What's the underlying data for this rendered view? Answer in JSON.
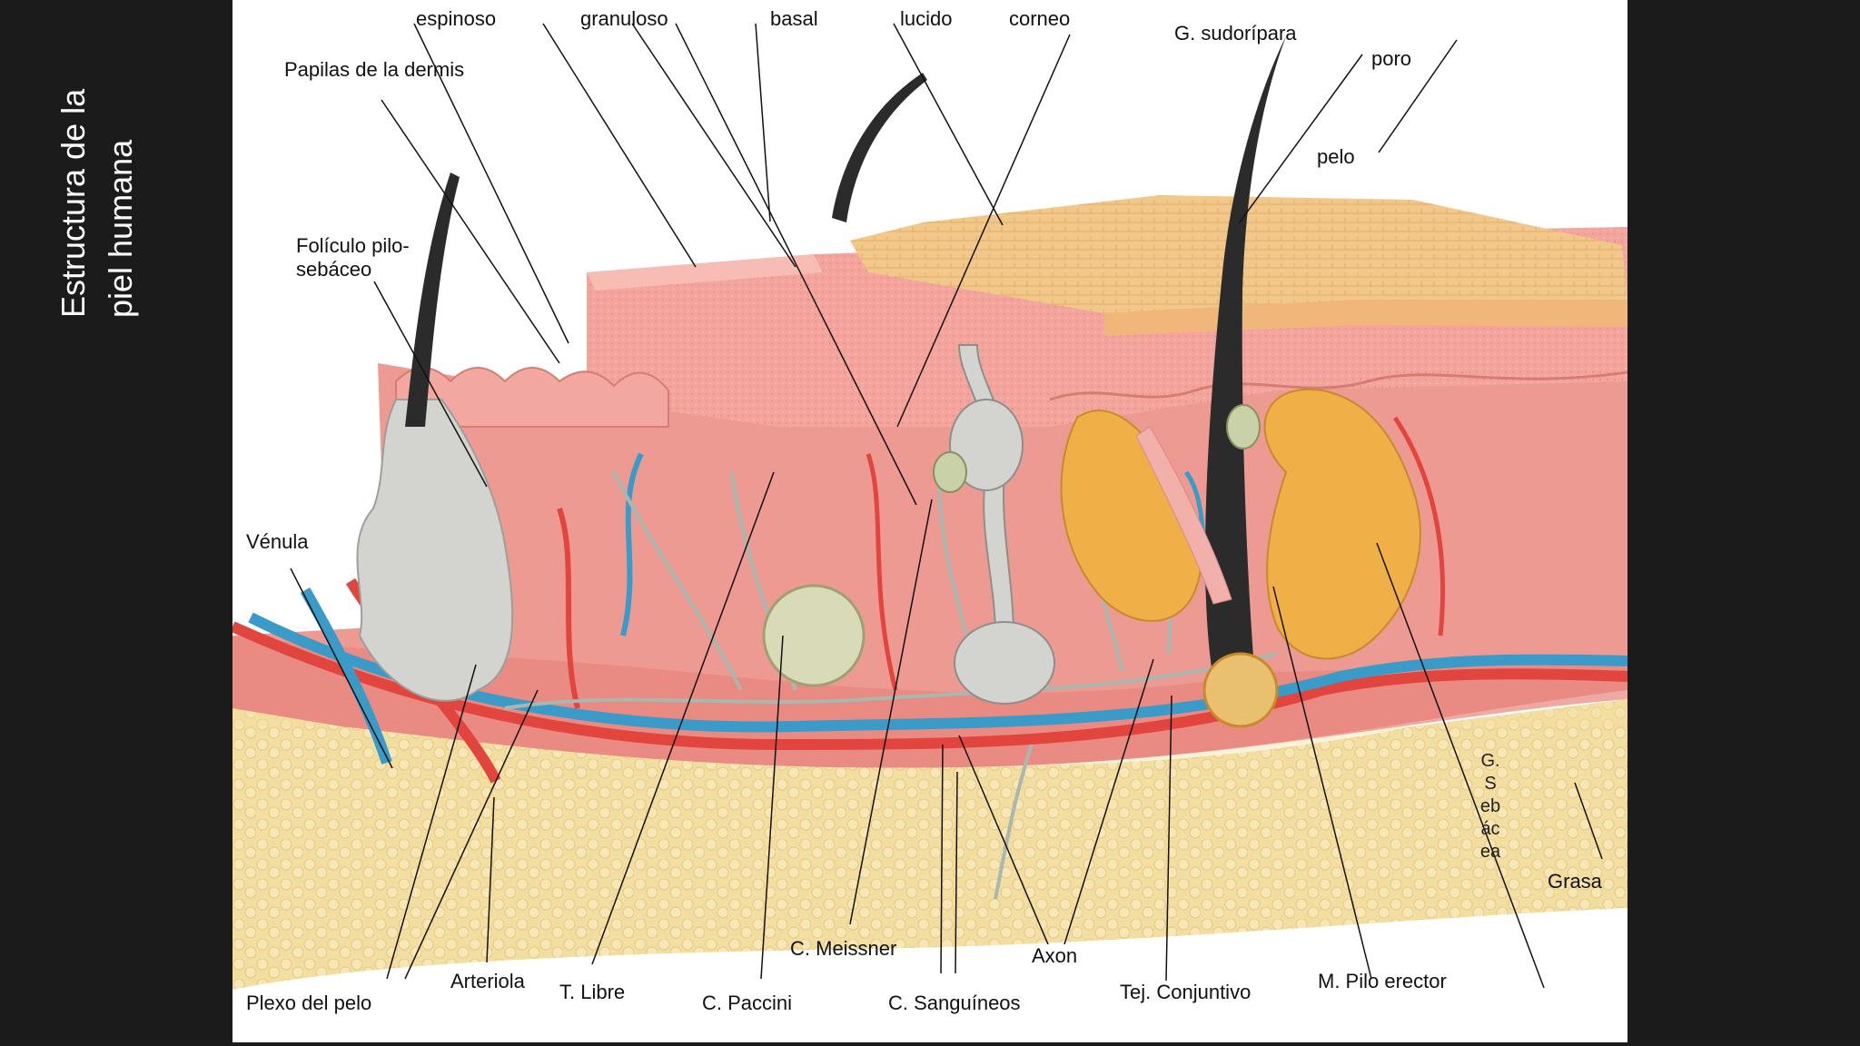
{
  "slide_title": [
    "Estructura de la",
    "piel humana"
  ],
  "labels": {
    "espinoso": "espinoso",
    "granuloso": "granuloso",
    "basal": "basal",
    "lucido": "lucido",
    "corneo": "corneo",
    "g_sudoripara": "G.  sudorípara",
    "poro": "poro",
    "pelo": "pelo",
    "papilas": "Papilas de la dermis",
    "foliculo": [
      "Folículo pilo-",
      "sebáceo"
    ],
    "venula": "Vénula",
    "g_sebacea": "G.Sebácea",
    "grasa": "Grasa",
    "plexo": "Plexo del pelo",
    "arteriola": "Arteriola",
    "t_libre": "T. Libre",
    "c_paccini": "C. Paccini",
    "c_meissner": "C. Meissner",
    "c_sanguineos": "C. Sanguíneos",
    "axon": "Axon",
    "tej_conjuntivo": "Tej. Conjuntivo",
    "m_pilo_erector": "M. Pilo erector"
  },
  "colors": {
    "background": "#1b1b1b",
    "slide": "#ffffff",
    "epidermis": "#f2a29a",
    "dermis": "#ec9a92",
    "corneum": "#f1c889",
    "fat": "#f3dea1",
    "artery": "#e2453e",
    "vein": "#3a9bc8",
    "nerve": "#a8b8b0",
    "gland": "#d3d3d0",
    "sebaceous": "#f0b048",
    "hair": "#2b2b2b"
  }
}
